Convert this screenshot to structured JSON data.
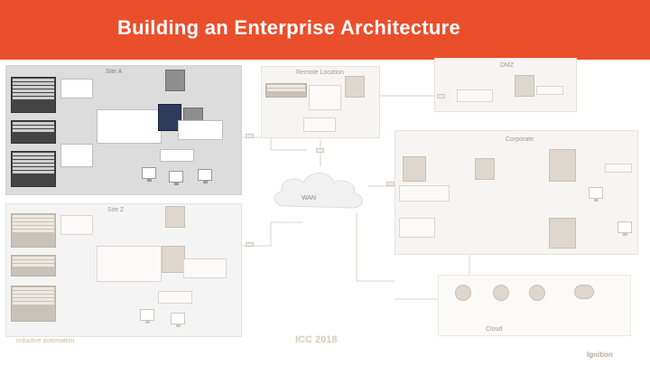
{
  "slide": {
    "title": "Building an Enterprise Architecture"
  },
  "sections": {
    "site_a": "Site A",
    "site_z": "Site Z",
    "remote": "Remote Location",
    "dmz": "DMZ",
    "corporate": "Corporate",
    "wan": "WAN",
    "cloud": "Cloud"
  },
  "footer": {
    "left_brand": "inductive automation",
    "center_brand": "ICC 2018",
    "right_brand": "Ignition"
  },
  "colors": {
    "title_bar": "#ea4f2c"
  }
}
